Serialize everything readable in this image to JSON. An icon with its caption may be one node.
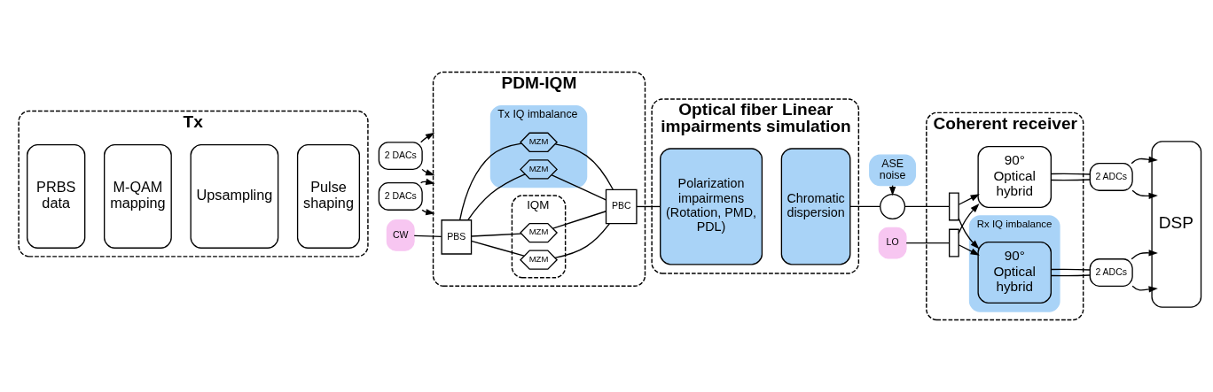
{
  "diagram": {
    "nodes": [
      {
        "text": [
          "Tx"
        ]
      },
      {
        "text": [
          "PRBS data"
        ],
        "in": 0
      },
      {
        "text": [
          "M-QAM mapping"
        ],
        "in": 0
      },
      {
        "text": [
          "Upsampling"
        ],
        "in": 0
      },
      {
        "text": [
          "Pulse shaping"
        ],
        "in": 0
      },
      {
        "text": [
          "2 DACs"
        ]
      },
      {
        "text": [
          "2 DACs"
        ]
      },
      {
        "text": [
          "CW"
        ]
      },
      {
        "text": [
          "PDM-IQM"
        ]
      },
      {
        "text": [
          "Tx IQ imbalance"
        ],
        "in": 8
      },
      {
        "text": [
          "MZM"
        ],
        "in": 9
      },
      {
        "text": [
          "MZM"
        ],
        "in": 9
      },
      {
        "text": [
          "PBS"
        ],
        "in": 8
      },
      {
        "text": [
          "PBC"
        ],
        "in": 8
      },
      {
        "text": [
          "IQM"
        ],
        "in": 8
      },
      {
        "text": [
          "MZM"
        ],
        "in": 14
      },
      {
        "text": [
          "MZM"
        ],
        "in": 14
      },
      {
        "text": [
          "Optical fiber Linear impairments simulation"
        ]
      },
      {
        "text": [
          "Polarization impairmens (Rotation, PMD, PDL)"
        ],
        "in": 17
      },
      {
        "text": [
          "Chromatic dispersion"
        ],
        "in": 17
      },
      {
        "text": [
          "ASE noise"
        ]
      },
      {
        "text": [],
        "shape": "circle"
      },
      {
        "text": [
          "LO"
        ]
      },
      {
        "text": [
          "Coherent receiver"
        ]
      },
      {
        "text": [],
        "shape": "box",
        "in": 23
      },
      {
        "text": [],
        "shape": "box",
        "in": 23
      },
      {
        "text": [
          "90° Optical hybrid"
        ],
        "in": 23
      },
      {
        "text": [
          "Rx IQ imbalance"
        ],
        "in": 23
      },
      {
        "text": [
          "90° Optical hybrid"
        ],
        "in": 27
      },
      {
        "text": [
          "2 ADCs"
        ]
      },
      {
        "text": [
          "2 ADCs"
        ]
      },
      {
        "text": [
          "DSP"
        ]
      }
    ],
    "edges": [
      {
        "from": 5,
        "to": 8,
        "arrow": "to"
      },
      {
        "from": 5,
        "to": 8,
        "arrow": "to"
      },
      {
        "from": 6,
        "to": 8,
        "arrow": "to"
      },
      {
        "from": 6,
        "to": 8,
        "arrow": "to"
      },
      {
        "from": 7,
        "to": 12,
        "arrow": "none"
      },
      {
        "from": 12,
        "to": 10,
        "arrow": "none"
      },
      {
        "from": 12,
        "to": 11,
        "arrow": "none"
      },
      {
        "from": 12,
        "to": 15,
        "arrow": "none"
      },
      {
        "from": 12,
        "to": 16,
        "arrow": "none"
      },
      {
        "from": 10,
        "to": 13,
        "arrow": "none"
      },
      {
        "from": 11,
        "to": 13,
        "arrow": "none"
      },
      {
        "from": 15,
        "to": 13,
        "arrow": "none"
      },
      {
        "from": 16,
        "to": 13,
        "arrow": "none"
      },
      {
        "from": 13,
        "to": 18,
        "arrow": "none"
      },
      {
        "from": 19,
        "to": 21,
        "arrow": "none"
      },
      {
        "from": 20,
        "to": 21,
        "arrow": "to"
      },
      {
        "from": 21,
        "to": 24,
        "arrow": "none"
      },
      {
        "from": 22,
        "to": 25,
        "arrow": "none"
      },
      {
        "from": 24,
        "to": 26,
        "arrow": "to"
      },
      {
        "from": 24,
        "to": 28,
        "arrow": "to"
      },
      {
        "from": 25,
        "to": 26,
        "arrow": "to"
      },
      {
        "from": 25,
        "to": 28,
        "arrow": "to"
      },
      {
        "from": 26,
        "to": 29,
        "arrow": "none"
      },
      {
        "from": 26,
        "to": 29,
        "arrow": "none"
      },
      {
        "from": 28,
        "to": 30,
        "arrow": "none"
      },
      {
        "from": 28,
        "to": 30,
        "arrow": "none"
      },
      {
        "from": 29,
        "to": 31,
        "arrow": "to"
      },
      {
        "from": 29,
        "to": 31,
        "arrow": "to"
      },
      {
        "from": 30,
        "to": 31,
        "arrow": "to"
      },
      {
        "from": 30,
        "to": 31,
        "arrow": "to"
      }
    ]
  }
}
